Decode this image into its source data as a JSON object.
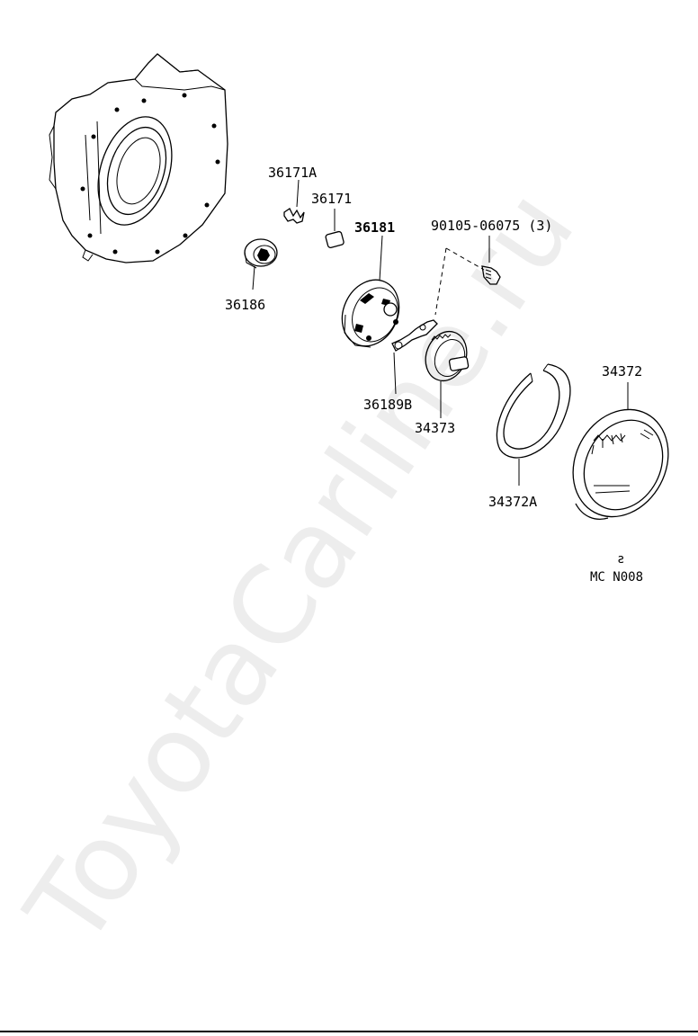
{
  "watermark": "ToyotaCarline.ru",
  "part_labels": {
    "p36171A": "36171A",
    "p36171": "36171",
    "p36181": "36181",
    "p90105": "90105-06075 (3)",
    "p36186": "36186",
    "p36189B": "36189B",
    "p34373": "34373",
    "p34372": "34372",
    "p34372A": "34372A"
  },
  "figure_code": "MC N008",
  "figure_mark": "ƨ"
}
